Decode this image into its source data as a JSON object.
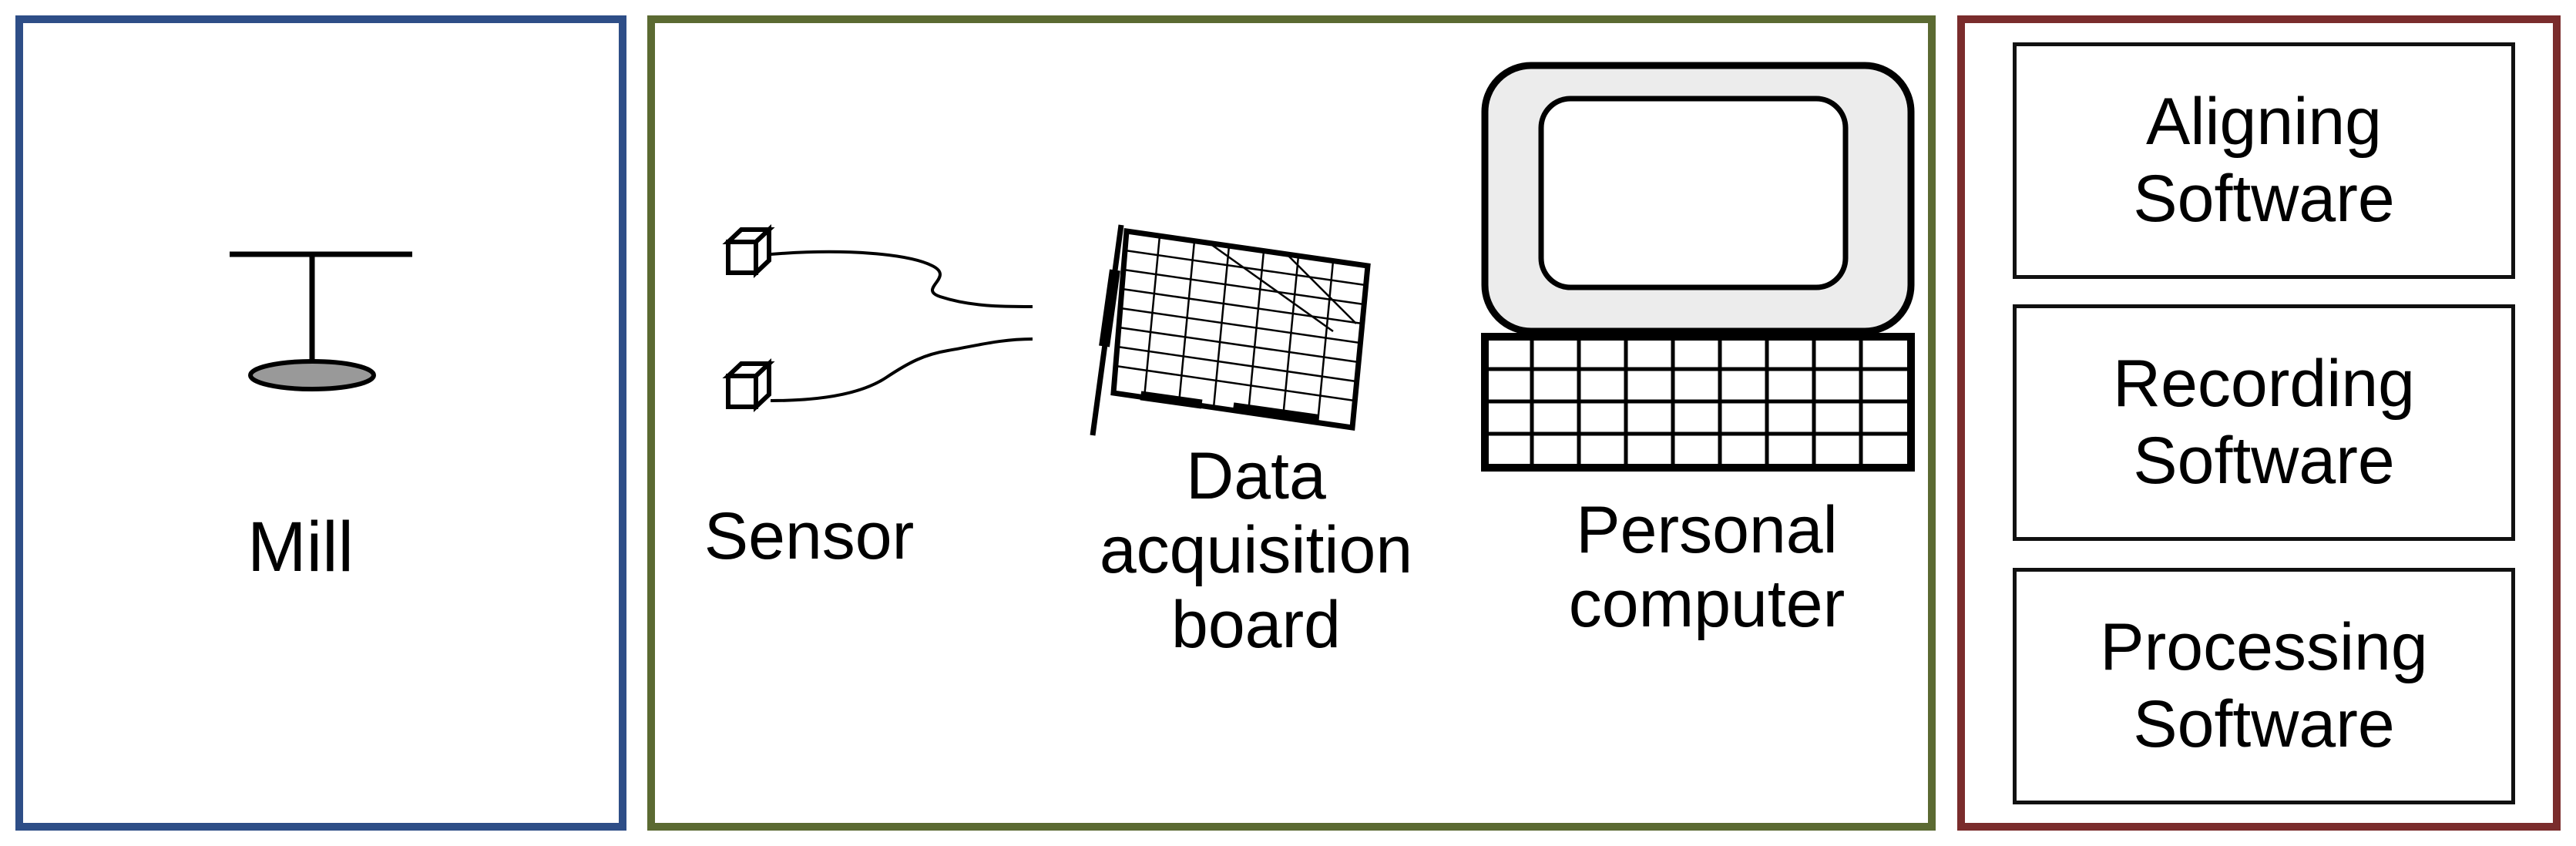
{
  "panels": {
    "mill": {
      "label": "Mill",
      "border_color": "#2e4e87"
    },
    "hardware": {
      "border_color": "#5b6a32",
      "sensor_label": "Sensor",
      "daq_label": "Data\nacquisition\nboard",
      "pc_label": "Personal\ncomputer"
    },
    "software": {
      "border_color": "#7a2c2c",
      "boxes": [
        {
          "label": "Aligning\nSoftware"
        },
        {
          "label": "Recording\nSoftware"
        },
        {
          "label": "Processing\nSoftware"
        }
      ]
    }
  },
  "icons": {
    "mill": "mill-icon",
    "sensor": "sensor-cube-icon",
    "daq": "data-acquisition-board-icon",
    "pc": "personal-computer-icon"
  }
}
